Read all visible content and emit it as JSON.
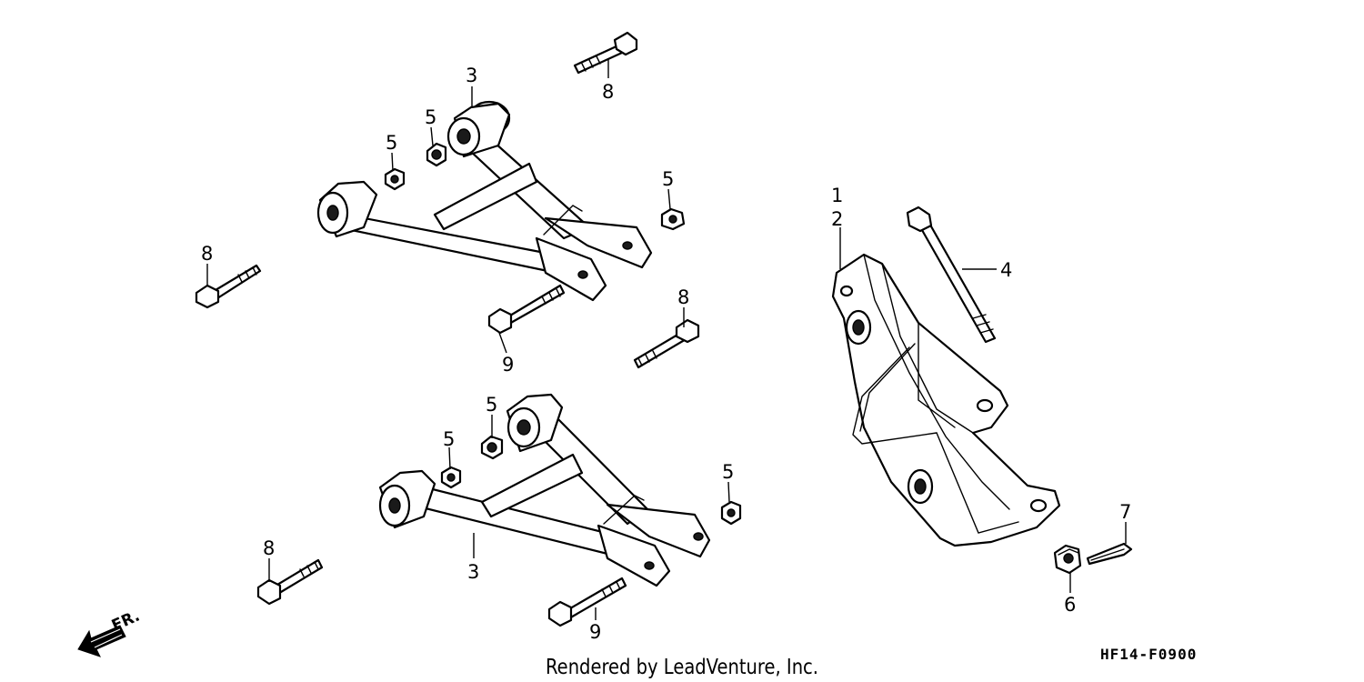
{
  "diagram": {
    "callouts": [
      "1",
      "2",
      "3",
      "3",
      "4",
      "5",
      "5",
      "5",
      "5",
      "5",
      "5",
      "6",
      "7",
      "8",
      "8",
      "8",
      "8",
      "9",
      "9"
    ],
    "direction_label": "FR.",
    "credit": "Rendered by LeadVenture, Inc.",
    "drawing_code": "HF14-F0900"
  }
}
